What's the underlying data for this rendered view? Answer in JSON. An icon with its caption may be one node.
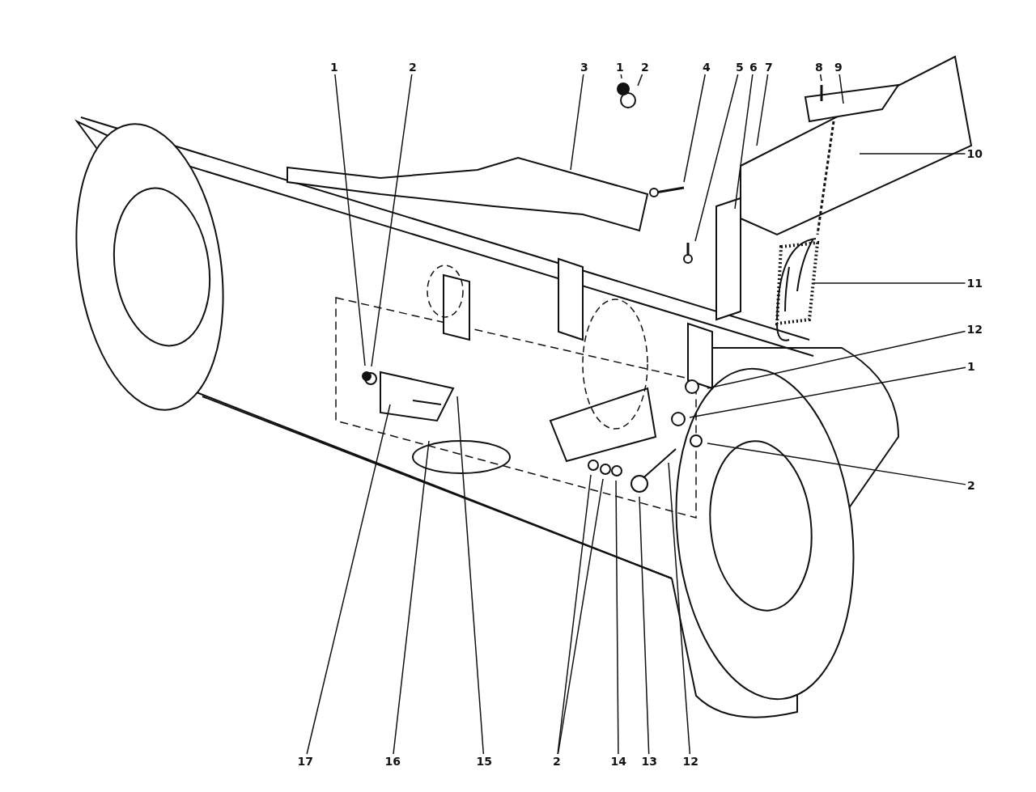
{
  "diagram": {
    "nodes": [
      {
        "text": [
          "1"
        ]
      },
      {
        "text": [
          "2"
        ]
      },
      {
        "text": [
          "3"
        ]
      },
      {
        "text": [
          "1"
        ]
      },
      {
        "text": [
          "2"
        ]
      },
      {
        "text": [
          "4"
        ]
      },
      {
        "text": [
          "5"
        ]
      },
      {
        "text": [
          "6"
        ]
      },
      {
        "text": [
          "7"
        ]
      },
      {
        "text": [
          "8"
        ]
      },
      {
        "text": [
          "9"
        ]
      },
      {
        "text": [
          "10"
        ]
      },
      {
        "text": [
          "11"
        ]
      },
      {
        "text": [
          "12"
        ]
      },
      {
        "text": [
          "1"
        ]
      },
      {
        "text": [
          "2"
        ]
      },
      {
        "text": [
          "17"
        ]
      },
      {
        "text": [
          "16"
        ]
      },
      {
        "text": [
          "15"
        ]
      },
      {
        "text": [
          "2"
        ]
      },
      {
        "text": [
          "14"
        ]
      },
      {
        "text": [
          "13"
        ]
      },
      {
        "text": [
          "12"
        ]
      }
    ],
    "edges": [
      {
        "from": 0,
        "to": null,
        "arrow": "none"
      },
      {
        "from": 1,
        "to": null,
        "arrow": "none"
      },
      {
        "from": 2,
        "to": null,
        "arrow": "none"
      },
      {
        "from": 3,
        "to": null,
        "arrow": "none"
      },
      {
        "from": 4,
        "to": null,
        "arrow": "none"
      },
      {
        "from": 5,
        "to": null,
        "arrow": "none"
      },
      {
        "from": 6,
        "to": null,
        "arrow": "none"
      },
      {
        "from": 7,
        "to": null,
        "arrow": "none"
      },
      {
        "from": 8,
        "to": null,
        "arrow": "none"
      },
      {
        "from": 9,
        "to": null,
        "arrow": "none"
      },
      {
        "from": 10,
        "to": null,
        "arrow": "none"
      },
      {
        "from": 11,
        "to": null,
        "arrow": "none"
      },
      {
        "from": 12,
        "to": null,
        "arrow": "none"
      },
      {
        "from": 13,
        "to": null,
        "arrow": "none"
      },
      {
        "from": 14,
        "to": null,
        "arrow": "none"
      },
      {
        "from": 15,
        "to": null,
        "arrow": "none"
      },
      {
        "from": 16,
        "to": null,
        "arrow": "none"
      },
      {
        "from": 17,
        "to": null,
        "arrow": "none"
      },
      {
        "from": 18,
        "to": null,
        "arrow": "none"
      },
      {
        "from": 19,
        "to": null,
        "arrow": "none"
      },
      {
        "from": 19,
        "to": null,
        "arrow": "none"
      },
      {
        "from": 20,
        "to": null,
        "arrow": "none"
      },
      {
        "from": 21,
        "to": null,
        "arrow": "none"
      },
      {
        "from": 22,
        "to": null,
        "arrow": "none"
      }
    ]
  }
}
